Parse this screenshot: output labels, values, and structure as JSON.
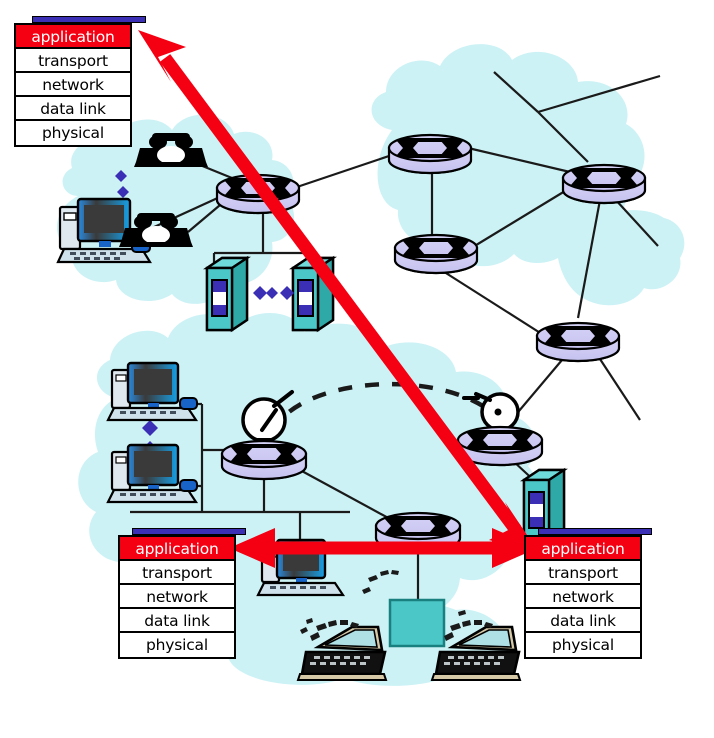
{
  "figure": {
    "title": "Internet protocol stack end-to-end communication diagram",
    "background_color": "#ffffff",
    "cloud_color": "#ccf2f5",
    "router_color": "#ccccf5",
    "server_color": "#4cc7c7",
    "accent_red": "#f40012",
    "accent_blue": "#3b2fb5"
  },
  "protocol_stacks": [
    {
      "id": "stack-top-left",
      "position": "top-left",
      "layers": [
        {
          "label": "application",
          "highlight": true
        },
        {
          "label": "transport",
          "highlight": false
        },
        {
          "label": "network",
          "highlight": false
        },
        {
          "label": "data link",
          "highlight": false
        },
        {
          "label": "physical",
          "highlight": false
        }
      ]
    },
    {
      "id": "stack-bottom-left",
      "position": "bottom-left",
      "layers": [
        {
          "label": "application",
          "highlight": true
        },
        {
          "label": "transport",
          "highlight": false
        },
        {
          "label": "network",
          "highlight": false
        },
        {
          "label": "data link",
          "highlight": false
        },
        {
          "label": "physical",
          "highlight": false
        }
      ]
    },
    {
      "id": "stack-bottom-right",
      "position": "bottom-right",
      "layers": [
        {
          "label": "application",
          "highlight": true
        },
        {
          "label": "transport",
          "highlight": false
        },
        {
          "label": "network",
          "highlight": false
        },
        {
          "label": "data link",
          "highlight": false
        },
        {
          "label": "physical",
          "highlight": false
        }
      ]
    }
  ],
  "arrows": [
    {
      "id": "arrow-diagonal",
      "from": "stack-top-left",
      "to": "stack-bottom-right",
      "heads": "both",
      "color": "#f40012"
    },
    {
      "id": "arrow-horizontal",
      "from": "stack-bottom-left",
      "to": "stack-bottom-right",
      "heads": "both",
      "color": "#f40012"
    }
  ],
  "network_clouds": [
    {
      "id": "cloud-access-upper-left",
      "label": ""
    },
    {
      "id": "cloud-core-upper-right",
      "label": ""
    },
    {
      "id": "cloud-access-lower",
      "label": ""
    }
  ],
  "devices": {
    "routers": [
      {
        "id": "router-access-upper-left"
      },
      {
        "id": "router-core-top"
      },
      {
        "id": "router-core-right"
      },
      {
        "id": "router-core-middle"
      },
      {
        "id": "router-core-lower-right"
      },
      {
        "id": "router-satellite-left"
      },
      {
        "id": "router-satellite-right"
      },
      {
        "id": "router-lan-lower"
      }
    ],
    "workstations": [
      {
        "id": "workstation-upper-left"
      },
      {
        "id": "workstation-lan-top"
      },
      {
        "id": "workstation-lan-bottom"
      },
      {
        "id": "workstation-lan-center"
      }
    ],
    "servers": [
      {
        "id": "server-left"
      },
      {
        "id": "server-right"
      },
      {
        "id": "server-edge-right"
      }
    ],
    "telephones": [
      {
        "id": "telephone-upper"
      },
      {
        "id": "telephone-lower"
      }
    ],
    "laptops": [
      {
        "id": "laptop-wireless-left"
      },
      {
        "id": "laptop-wireless-right"
      }
    ],
    "access_point": {
      "id": "wireless-access-point"
    },
    "satellite_link": {
      "id": "satellite-dashed-link",
      "style": "dashed"
    }
  }
}
